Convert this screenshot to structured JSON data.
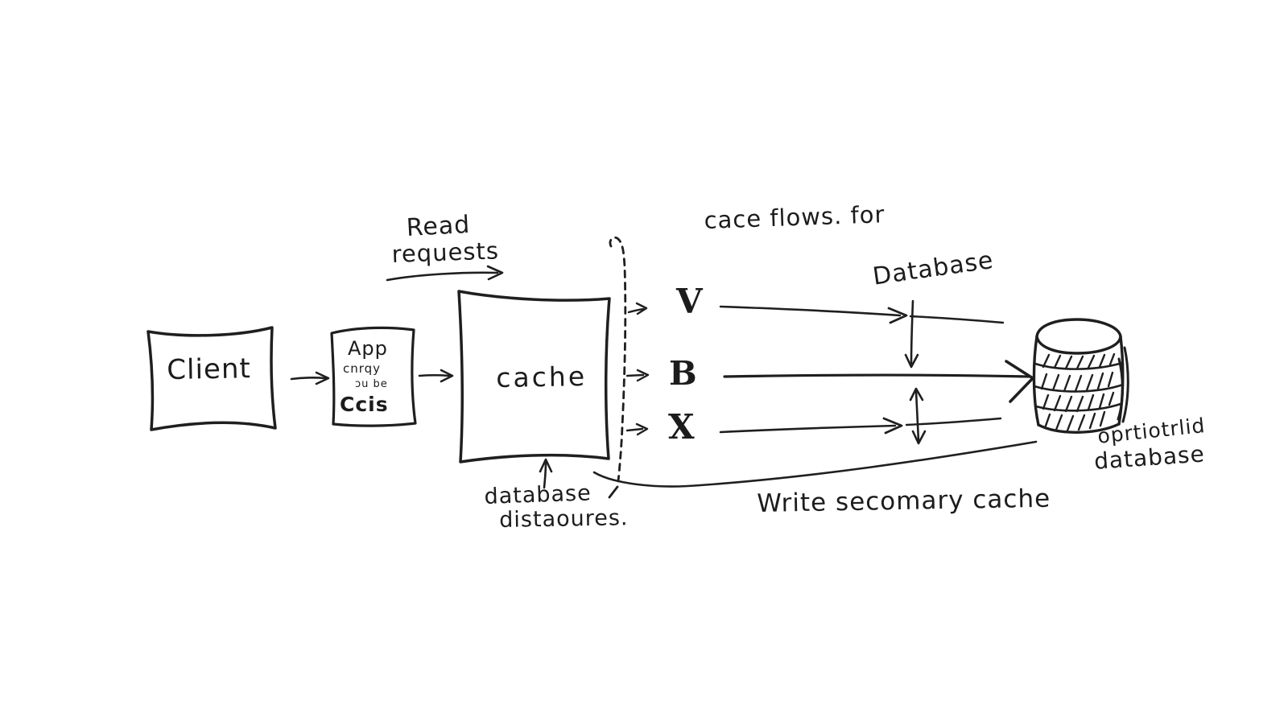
{
  "colors": {
    "ink": "#1f1f1f",
    "background": "#ffffff"
  },
  "nodes": {
    "client": {
      "label": "Client"
    },
    "app": {
      "line1": "App",
      "line2": "cnrqy",
      "line3": "ɔu be",
      "line4": "Ccis"
    },
    "cache": {
      "label": "cache"
    },
    "database_cylinder": {
      "label_line1": "oprtiotrlid",
      "label_line2": "database"
    }
  },
  "flows": {
    "heading": "cace flows. for",
    "database_label": "Database",
    "rows": [
      {
        "letter": "V"
      },
      {
        "letter": "B"
      },
      {
        "letter": "X"
      }
    ],
    "write_note": "Write secomary cache"
  },
  "annotations": {
    "read_requests_line1": "Read",
    "read_requests_line2": "requests",
    "below_cache_line1": "database",
    "below_cache_line2": "distaoures."
  }
}
